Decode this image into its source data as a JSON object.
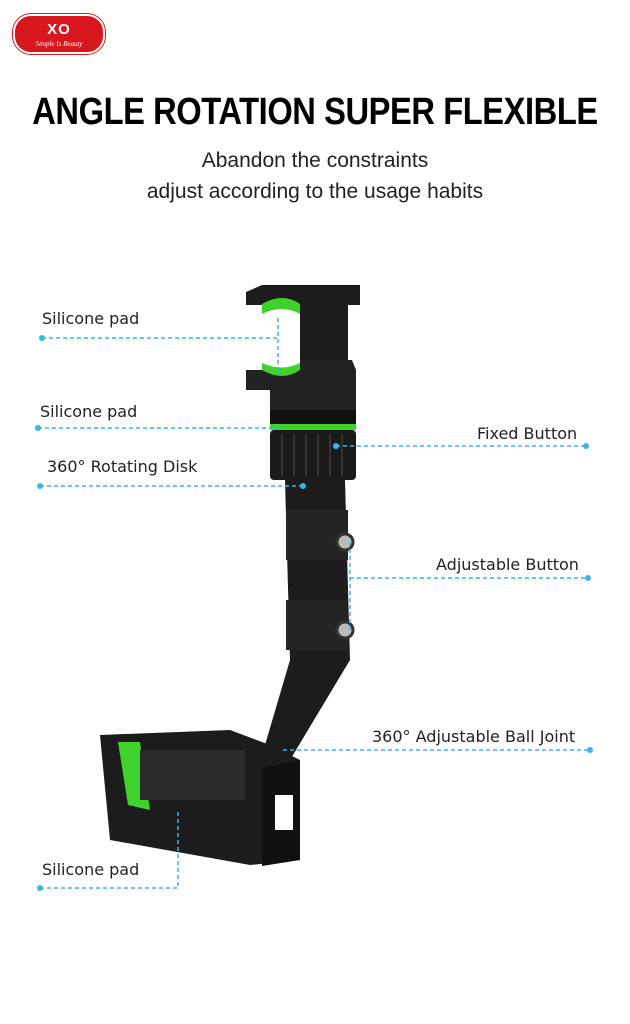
{
  "logo": {
    "mark": "XO",
    "tagline": "Simple Is Beauty",
    "color": "#d8161d"
  },
  "headline": "ANGLE ROTATION SUPER FLEXIBLE",
  "subtitle": [
    "Abandon the constraints",
    "adjust according to the usage habits"
  ],
  "callouts": [
    {
      "label": "Silicone pad"
    },
    {
      "label": "Silicone pad"
    },
    {
      "label": "360° Rotating Disk"
    },
    {
      "label": "Fixed Button"
    },
    {
      "label": "Adjustable Button"
    },
    {
      "label": "360° Adjustable Ball Joint"
    },
    {
      "label": "Silicone pad"
    }
  ],
  "colors": {
    "callout_line": "#3cb4e6",
    "accent_green": "#3fd22a",
    "product_body": "#1c1c1c"
  }
}
